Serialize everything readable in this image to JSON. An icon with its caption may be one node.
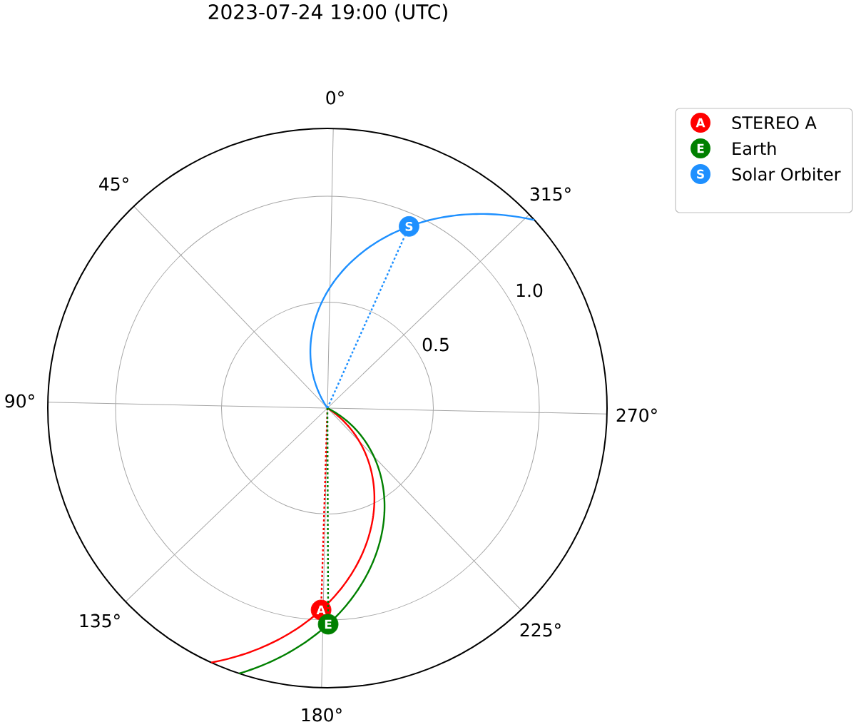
{
  "diagram": {
    "title": "2023-07-24 19:00 (UTC)",
    "nodes": [
      {
        "text": [
          "S"
        ]
      },
      {
        "text": [
          "A"
        ]
      },
      {
        "text": [
          "E"
        ]
      }
    ],
    "edges": [
      {
        "from": null,
        "to": 0,
        "arrow": "none",
        "style": "dashed",
        "color": "#1e90ff"
      },
      {
        "from": null,
        "to": 1,
        "arrow": "none",
        "style": "dashed",
        "color": "#ff0000"
      },
      {
        "from": null,
        "to": 2,
        "arrow": "none",
        "style": "dashed",
        "color": "#008000"
      }
    ],
    "labels": [
      "0°",
      "45°",
      "315°",
      "1.0",
      "0.5",
      "90°",
      "270°",
      "135°",
      "225°",
      "180°",
      "A",
      "E",
      "S"
    ],
    "legend": [
      {
        "text": "STEREO A",
        "color": "#ff0000"
      },
      {
        "text": "Earth",
        "color": "#008000"
      },
      {
        "text": "Solar Orbiter",
        "color": "#1e90ff"
      }
    ]
  }
}
